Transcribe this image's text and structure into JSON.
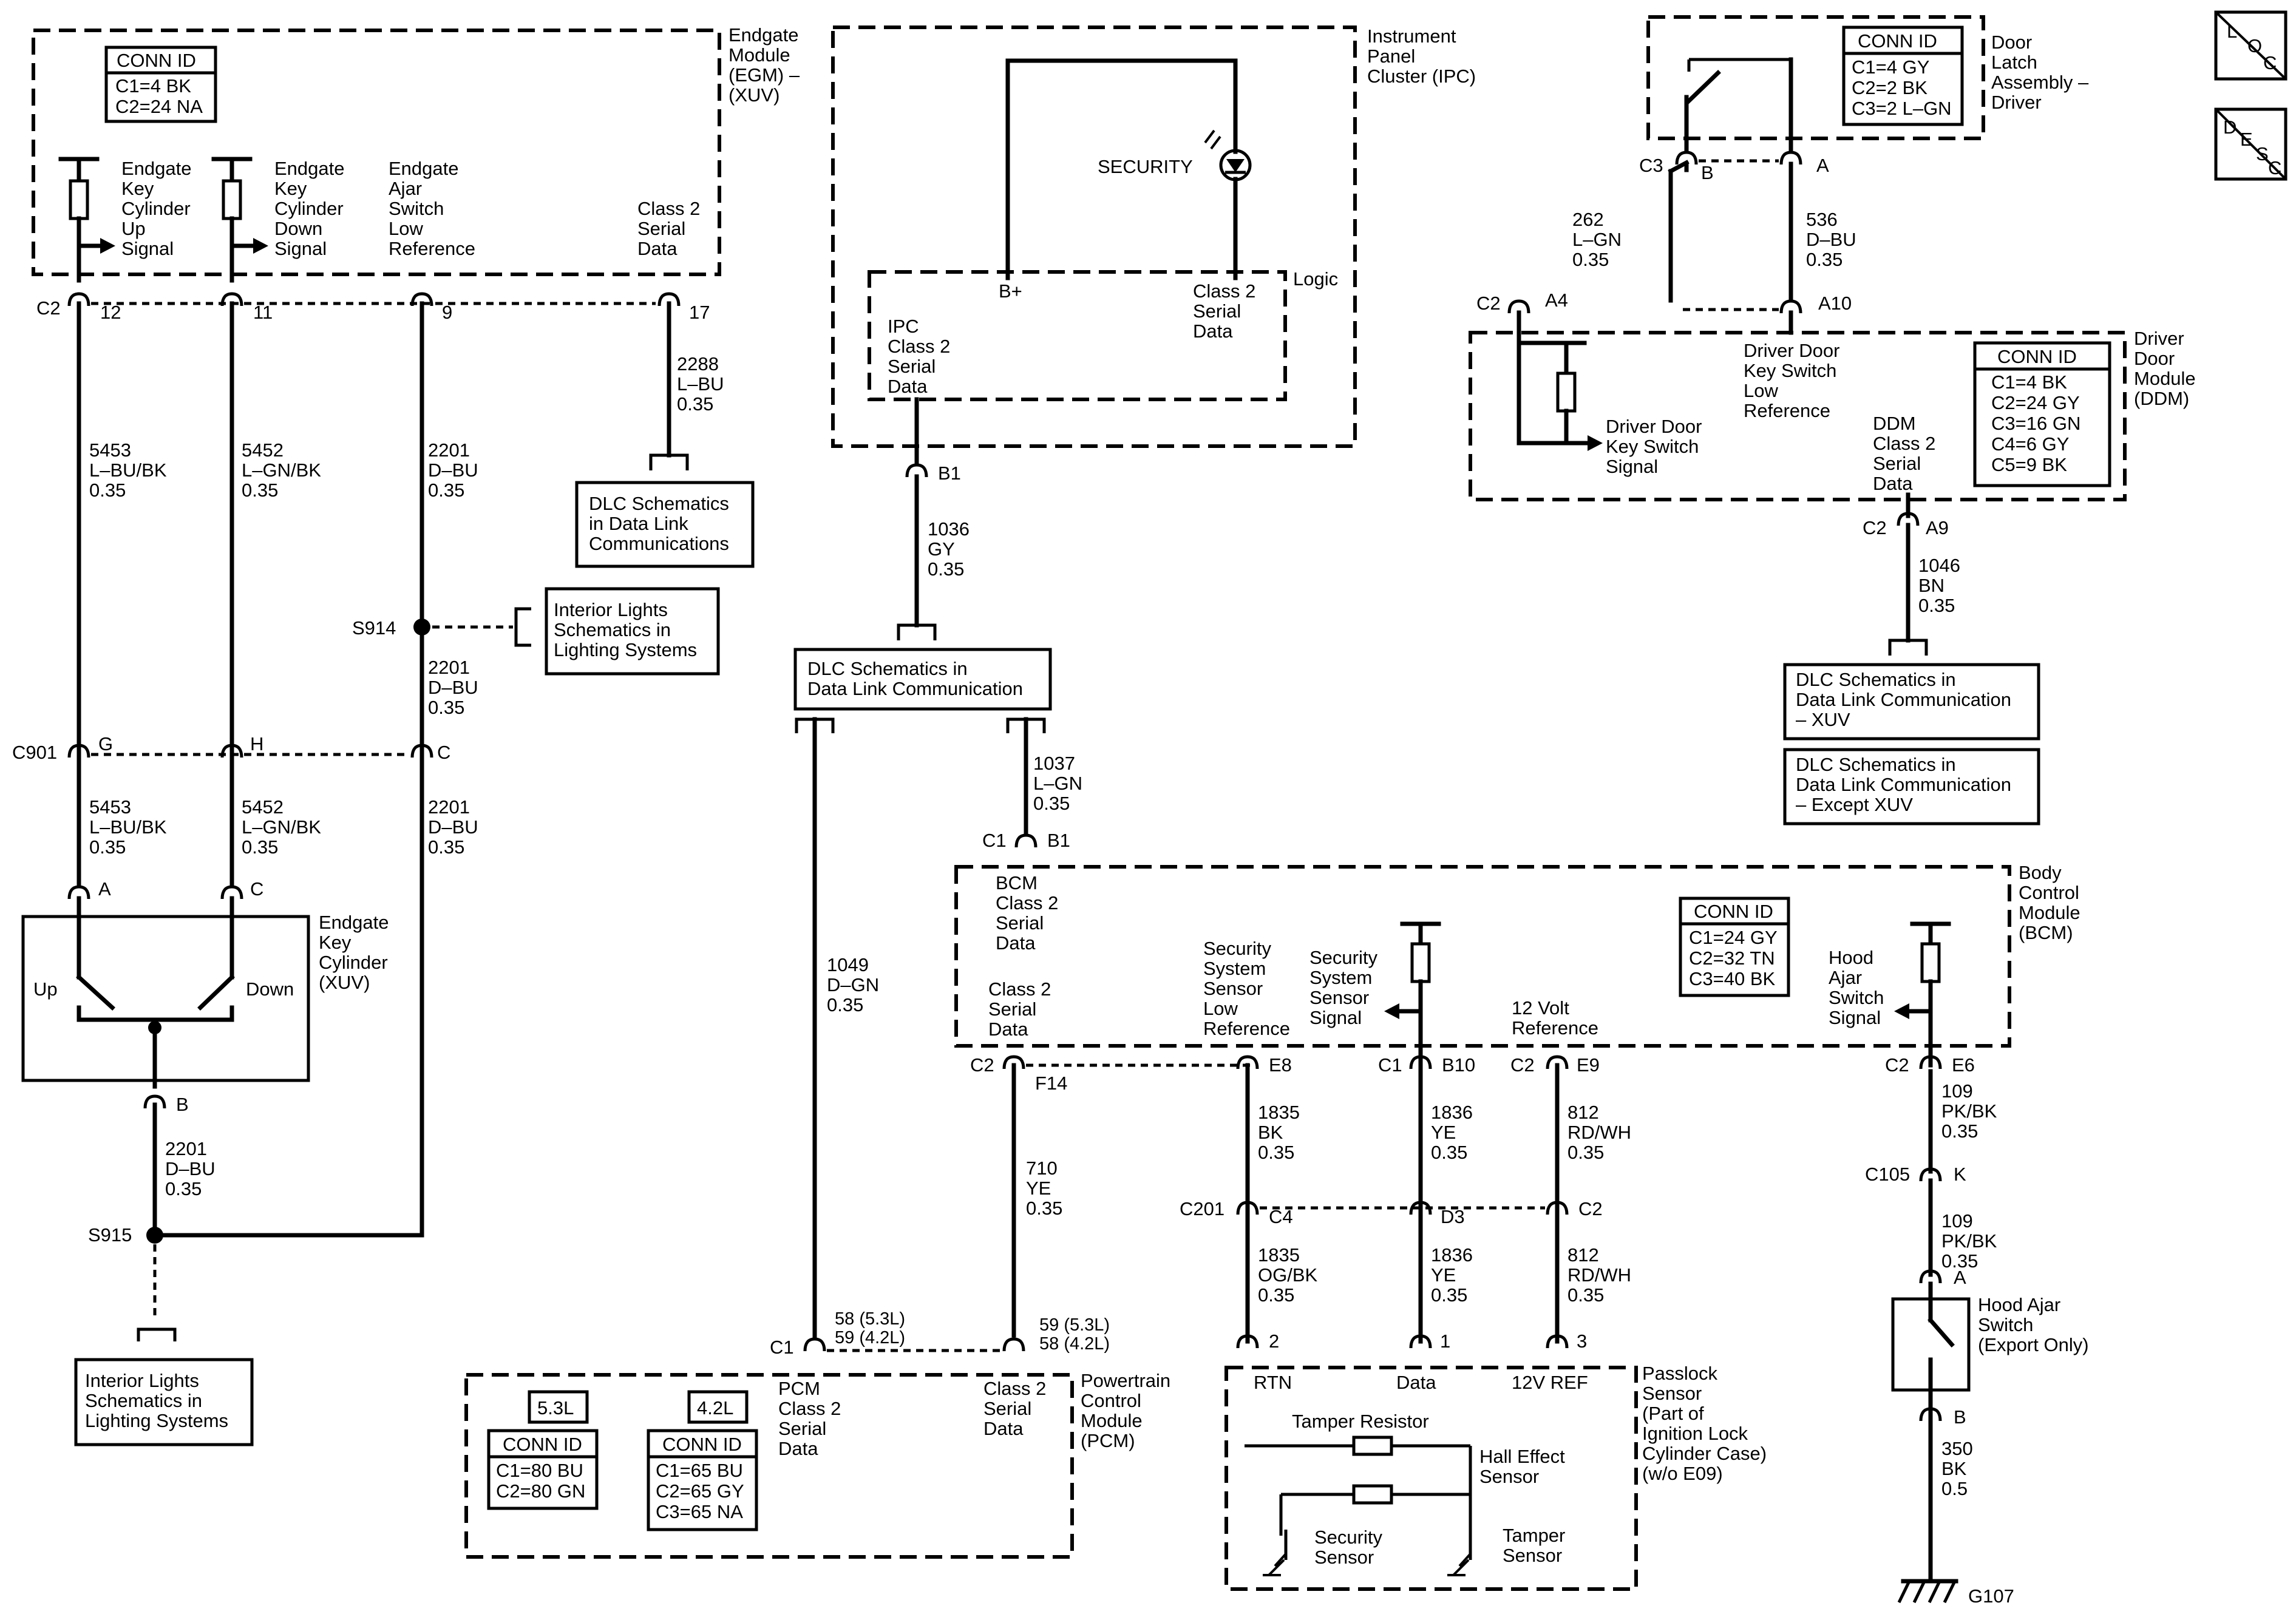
{
  "legend": {
    "loc": [
      "L",
      "O",
      "C"
    ],
    "desc": [
      "D",
      "E",
      "S",
      "C"
    ]
  },
  "egm": {
    "title": [
      "Endgate",
      "Module",
      "(EGM) –",
      "(XUV)"
    ],
    "conn": {
      "header": "CONN ID",
      "rows": [
        "C1=4 BK",
        "C2=24 NA"
      ]
    },
    "key_up": [
      "Endgate",
      "Key",
      "Cylinder",
      "Up",
      "Signal"
    ],
    "key_down": [
      "Endgate",
      "Key",
      "Cylinder",
      "Down",
      "Signal"
    ],
    "ajar": [
      "Endgate",
      "Ajar",
      "Switch",
      "Low",
      "Reference"
    ],
    "class2": [
      "Class 2",
      "Serial",
      "Data"
    ],
    "connector": "C2",
    "pins": [
      "12",
      "11",
      "9",
      "17"
    ]
  },
  "wires_left": {
    "w5453": [
      "5453",
      "L–BU/BK",
      "0.35"
    ],
    "w5452": [
      "5452",
      "L–GN/BK",
      "0.35"
    ],
    "w2201a": [
      "2201",
      "D–BU",
      "0.35"
    ],
    "w2288": [
      "2288",
      "L–BU",
      "0.35"
    ],
    "w2201b": [
      "2201",
      "D–BU",
      "0.35"
    ],
    "w5453b": [
      "5453",
      "L–BU/BK",
      "0.35"
    ],
    "w5452b": [
      "5452",
      "L–GN/BK",
      "0.35"
    ],
    "w2201c": [
      "2201",
      "D–BU",
      "0.35"
    ],
    "w2201d": [
      "2201",
      "D–BU",
      "0.35"
    ]
  },
  "dlc_egm": [
    "DLC Schematics",
    "in Data Link",
    "Communications"
  ],
  "splices": {
    "s914": "S914",
    "s915": "S915"
  },
  "interior1": [
    "Interior Lights",
    "Schematics in",
    "Lighting Systems"
  ],
  "interior2": [
    "Interior Lights",
    "Schematics in",
    "Lighting Systems"
  ],
  "c901": {
    "name": "C901",
    "pins": [
      "G",
      "H",
      "C"
    ]
  },
  "key_cyl": {
    "title": [
      "Endgate",
      "Key",
      "Cylinder",
      "(XUV)"
    ],
    "up": "Up",
    "down": "Down",
    "pins": [
      "A",
      "C",
      "B"
    ]
  },
  "ipc": {
    "title": [
      "Instrument",
      "Panel",
      "Cluster (IPC)"
    ],
    "security": "SECURITY",
    "logic": "Logic",
    "bplus": "B+",
    "class2": [
      "Class 2",
      "Serial",
      "Data"
    ],
    "ipc_class2": [
      "IPC",
      "Class 2",
      "Serial",
      "Data"
    ],
    "pin": "B1"
  },
  "w1036": [
    "1036",
    "GY",
    "0.35"
  ],
  "dlc_center": [
    "DLC Schematics in",
    "Data Link Communication"
  ],
  "w1037": [
    "1037",
    "L–GN",
    "0.35"
  ],
  "w1049": [
    "1049",
    "D–GN",
    "0.35"
  ],
  "bcm": {
    "title": [
      "Body",
      "Control",
      "Module",
      "(BCM)"
    ],
    "conn": {
      "header": "CONN ID",
      "rows": [
        "C1=24 GY",
        "C2=32 TN",
        "C3=40 BK"
      ]
    },
    "c1": "C1",
    "b1": "B1",
    "bcm_class2": [
      "BCM",
      "Class 2",
      "Serial",
      "Data"
    ],
    "class2": [
      "Class 2",
      "Serial",
      "Data"
    ],
    "sec_low": [
      "Security",
      "System",
      "Sensor",
      "Low",
      "Reference"
    ],
    "sec_sig": [
      "Security",
      "System",
      "Sensor",
      "Signal"
    ],
    "v12": [
      "12 Volt",
      "Reference"
    ],
    "hood": [
      "Hood",
      "Ajar",
      "Switch",
      "Signal"
    ],
    "conn_labels": [
      "C2",
      "C1",
      "C2",
      "C2"
    ],
    "pins": [
      "F14",
      "E8",
      "B10",
      "E9",
      "E6"
    ]
  },
  "w710": [
    "710",
    "YE",
    "0.35"
  ],
  "w1835": [
    "1835",
    "BK",
    "0.35"
  ],
  "w1836": [
    "1836",
    "YE",
    "0.35"
  ],
  "w812": [
    "812",
    "RD/WH",
    "0.35"
  ],
  "c201": {
    "name": "C201",
    "pins": [
      "C4",
      "D3",
      "C2"
    ]
  },
  "w1835b": [
    "1835",
    "OG/BK",
    "0.35"
  ],
  "w1836b": [
    "1836",
    "YE",
    "0.35"
  ],
  "w812b": [
    "812",
    "RD/WH",
    "0.35"
  ],
  "pcm": {
    "title": [
      "Powertrain",
      "Control",
      "Module",
      "(PCM)"
    ],
    "c1": "C1",
    "pin_left": [
      "58 (5.3L)",
      "59 (4.2L)"
    ],
    "pin_right": [
      "59 (5.3L)",
      "58 (4.2L)"
    ],
    "pcm_class2": [
      "PCM",
      "Class 2",
      "Serial",
      "Data"
    ],
    "class2": [
      "Class 2",
      "Serial",
      "Data"
    ],
    "eng53": "5.3L",
    "eng42": "4.2L",
    "conn53": {
      "header": "CONN ID",
      "rows": [
        "C1=80 BU",
        "C2=80 GN"
      ]
    },
    "conn42": {
      "header": "CONN ID",
      "rows": [
        "C1=65 BU",
        "C2=65 GY",
        "C3=65 NA"
      ]
    }
  },
  "passlock": {
    "title": [
      "Passlock",
      "Sensor",
      "(Part of",
      "Ignition Lock",
      "Cylinder Case)",
      "(w/o E09)"
    ],
    "pins": [
      "2",
      "1",
      "3"
    ],
    "rtn": "RTN",
    "data": "Data",
    "ref": "12V REF",
    "tamper_res": "Tamper Resistor",
    "hall": [
      "Hall Effect",
      "Sensor"
    ],
    "security": [
      "Security",
      "Sensor"
    ],
    "tamper": [
      "Tamper",
      "Sensor"
    ]
  },
  "door_latch": {
    "title": [
      "Door",
      "Latch",
      "Assembly –",
      "Driver"
    ],
    "conn": {
      "header": "CONN ID",
      "rows": [
        "C1=4 GY",
        "C2=2 BK",
        "C3=2 L–GN"
      ]
    },
    "c3": "C3",
    "pins": [
      "B",
      "A"
    ]
  },
  "w262": [
    "262",
    "L–GN",
    "0.35"
  ],
  "w536": [
    "536",
    "D–BU",
    "0.35"
  ],
  "ddm": {
    "title": [
      "Driver",
      "Door",
      "Module",
      "(DDM)"
    ],
    "conn": {
      "header": "CONN ID",
      "rows": [
        "C1=4 BK",
        "C2=24 GY",
        "C3=16 GN",
        "C4=6 GY",
        "C5=9 BK"
      ]
    },
    "c2": "C2",
    "pins": [
      "A4",
      "A10"
    ],
    "key_low": [
      "Driver Door",
      "Key Switch",
      "Low",
      "Reference"
    ],
    "key_sig": [
      "Driver Door",
      "Key Switch",
      "Signal"
    ],
    "class2": [
      "DDM",
      "Class 2",
      "Serial",
      "Data"
    ],
    "c2b": "C2",
    "a9": "A9"
  },
  "w1046": [
    "1046",
    "BN",
    "0.35"
  ],
  "dlc_xuv": [
    "DLC Schematics in",
    "Data Link Communication",
    "– XUV"
  ],
  "dlc_exuv": [
    "DLC Schematics in",
    "Data Link Communication",
    "– Except XUV"
  ],
  "hood": {
    "c2": "C2",
    "e6": "E6",
    "w109": [
      "109",
      "PK/BK",
      "0.35"
    ],
    "c105": "C105",
    "k": "K",
    "w109b": [
      "109",
      "PK/BK",
      "0.35"
    ],
    "a": "A",
    "title": [
      "Hood Ajar",
      "Switch",
      "(Export Only)"
    ],
    "b": "B",
    "w350": [
      "350",
      "BK",
      "0.5"
    ],
    "g107": "G107"
  }
}
